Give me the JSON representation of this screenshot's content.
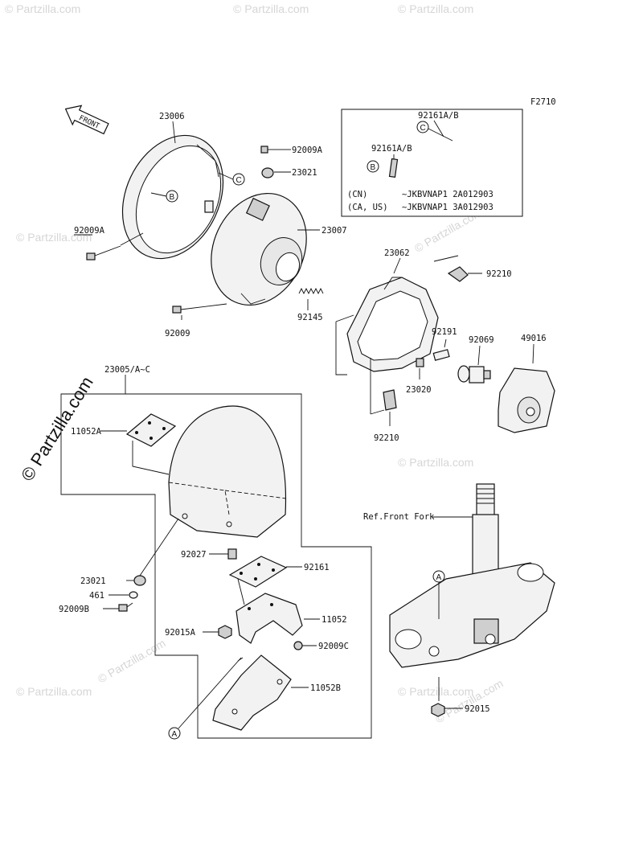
{
  "figure_code": "F2710",
  "front_arrow": "FRONT",
  "watermark": "© Partzilla.com",
  "labels": {
    "p23006": "23006",
    "p92009A_top": "92009A",
    "p23021_top": "23021",
    "p92009A_left": "92009A",
    "p23007": "23007",
    "p92009": "92009",
    "p92145": "92145",
    "p23062": "23062",
    "p92210_a": "92210",
    "p92191": "92191",
    "p92069": "92069",
    "p49016": "49016",
    "p23020": "23020",
    "p92210_b": "92210",
    "p23005": "23005/A~C",
    "p11052A": "11052A",
    "p92027": "92027",
    "p92161": "92161",
    "p23021_bot": "23021",
    "p461": "461",
    "p92009B": "92009B",
    "p92015A": "92015A",
    "p11052": "11052",
    "p92009C": "92009C",
    "p11052B": "11052B",
    "ref_front_fork": "Ref.Front Fork",
    "p92015": "92015"
  },
  "callouts": {
    "A": "A",
    "B": "B",
    "C": "C"
  },
  "inset": {
    "c_part": "92161A/B",
    "b_part": "92161A/B",
    "row1_region": "(CN)",
    "row1_range": "~JKBVNAP1 2A012903",
    "row2_region": "(CA, US)",
    "row2_range": "~JKBVNAP1 3A012903"
  }
}
